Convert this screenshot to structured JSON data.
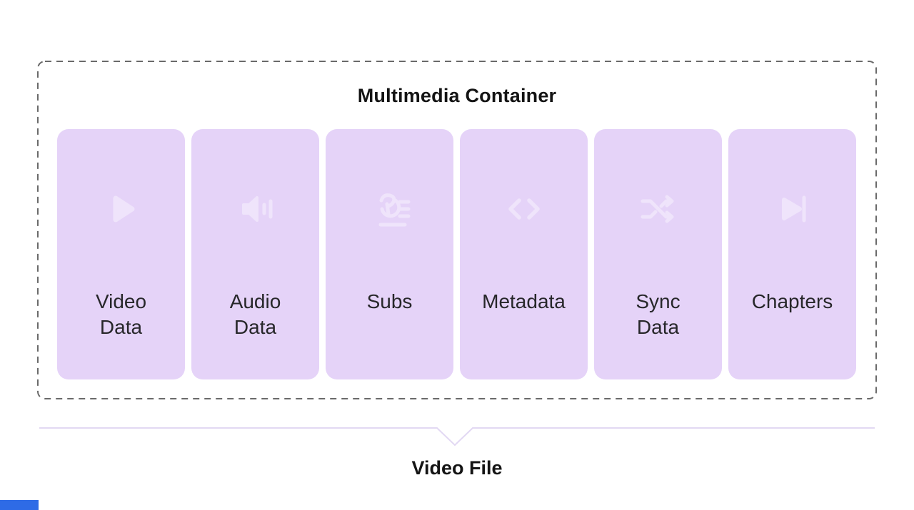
{
  "diagram": {
    "title": "Multimedia Container",
    "caption": "Video File",
    "cards": [
      {
        "label": "Video\nData",
        "icon": "play-icon"
      },
      {
        "label": "Audio\nData",
        "icon": "volume-icon"
      },
      {
        "label": "Subs",
        "icon": "subtitles-icon"
      },
      {
        "label": "Metadata",
        "icon": "code-brackets-icon"
      },
      {
        "label": "Sync\nData",
        "icon": "shuffle-icon"
      },
      {
        "label": "Chapters",
        "icon": "skip-forward-icon"
      }
    ],
    "colors": {
      "card_background": "#e5d3f8",
      "icon": "#efe4fb",
      "container_border": "#6a6a6a",
      "brace_line": "#e2d8f3",
      "title_text": "#141414",
      "label_text": "#27272a",
      "bottom_left_accent": "#2e6be6"
    }
  }
}
